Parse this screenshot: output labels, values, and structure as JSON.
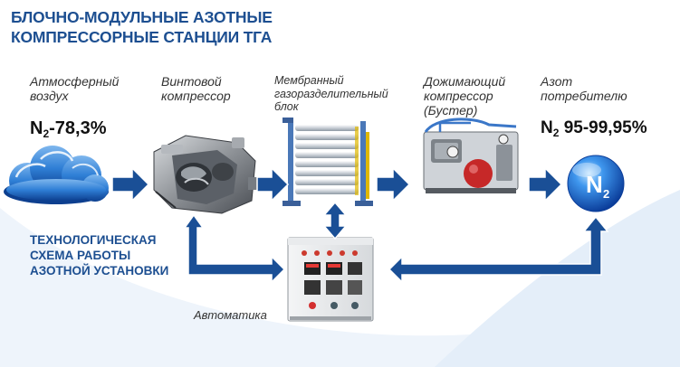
{
  "title": {
    "line1": "БЛОЧНО-МОДУЛЬНЫЕ АЗОТНЫЕ",
    "line2": "КОМПРЕССОРНЫЕ СТАНЦИИ ТГА"
  },
  "stages": {
    "air": {
      "line1": "Атмосферный",
      "line2": "воздух"
    },
    "compressor": {
      "line1": "Винтовой",
      "line2": "компрессор"
    },
    "membrane": {
      "line1": "Мембранный",
      "line2": "газоразделительный",
      "line3": "блок"
    },
    "booster": {
      "line1": "Дожимающий",
      "line2": "компрессор",
      "line3": "(Бустер)"
    },
    "nitrogen": {
      "line1": "Азот",
      "line2": "потребителю"
    }
  },
  "values": {
    "air_n": "N",
    "air_sub": "2",
    "air_value": "-78,3%",
    "out_n": "N",
    "out_sub": "2",
    "out_value": " 95-99,95%"
  },
  "badge": {
    "letter": "N",
    "sub": "2"
  },
  "scheme": {
    "line1": "ТЕХНОЛОГИЧЕСКАЯ",
    "line2": "СХЕМА РАБОТЫ",
    "line3": "АЗОТНОЙ УСТАНОВКИ"
  },
  "automation": {
    "label": "Автоматика"
  },
  "colors": {
    "title": "#1d4f91",
    "arrow": "#1a4f96",
    "arrow_outline": "#ffffff",
    "swoosh": "#eaf2fb"
  }
}
